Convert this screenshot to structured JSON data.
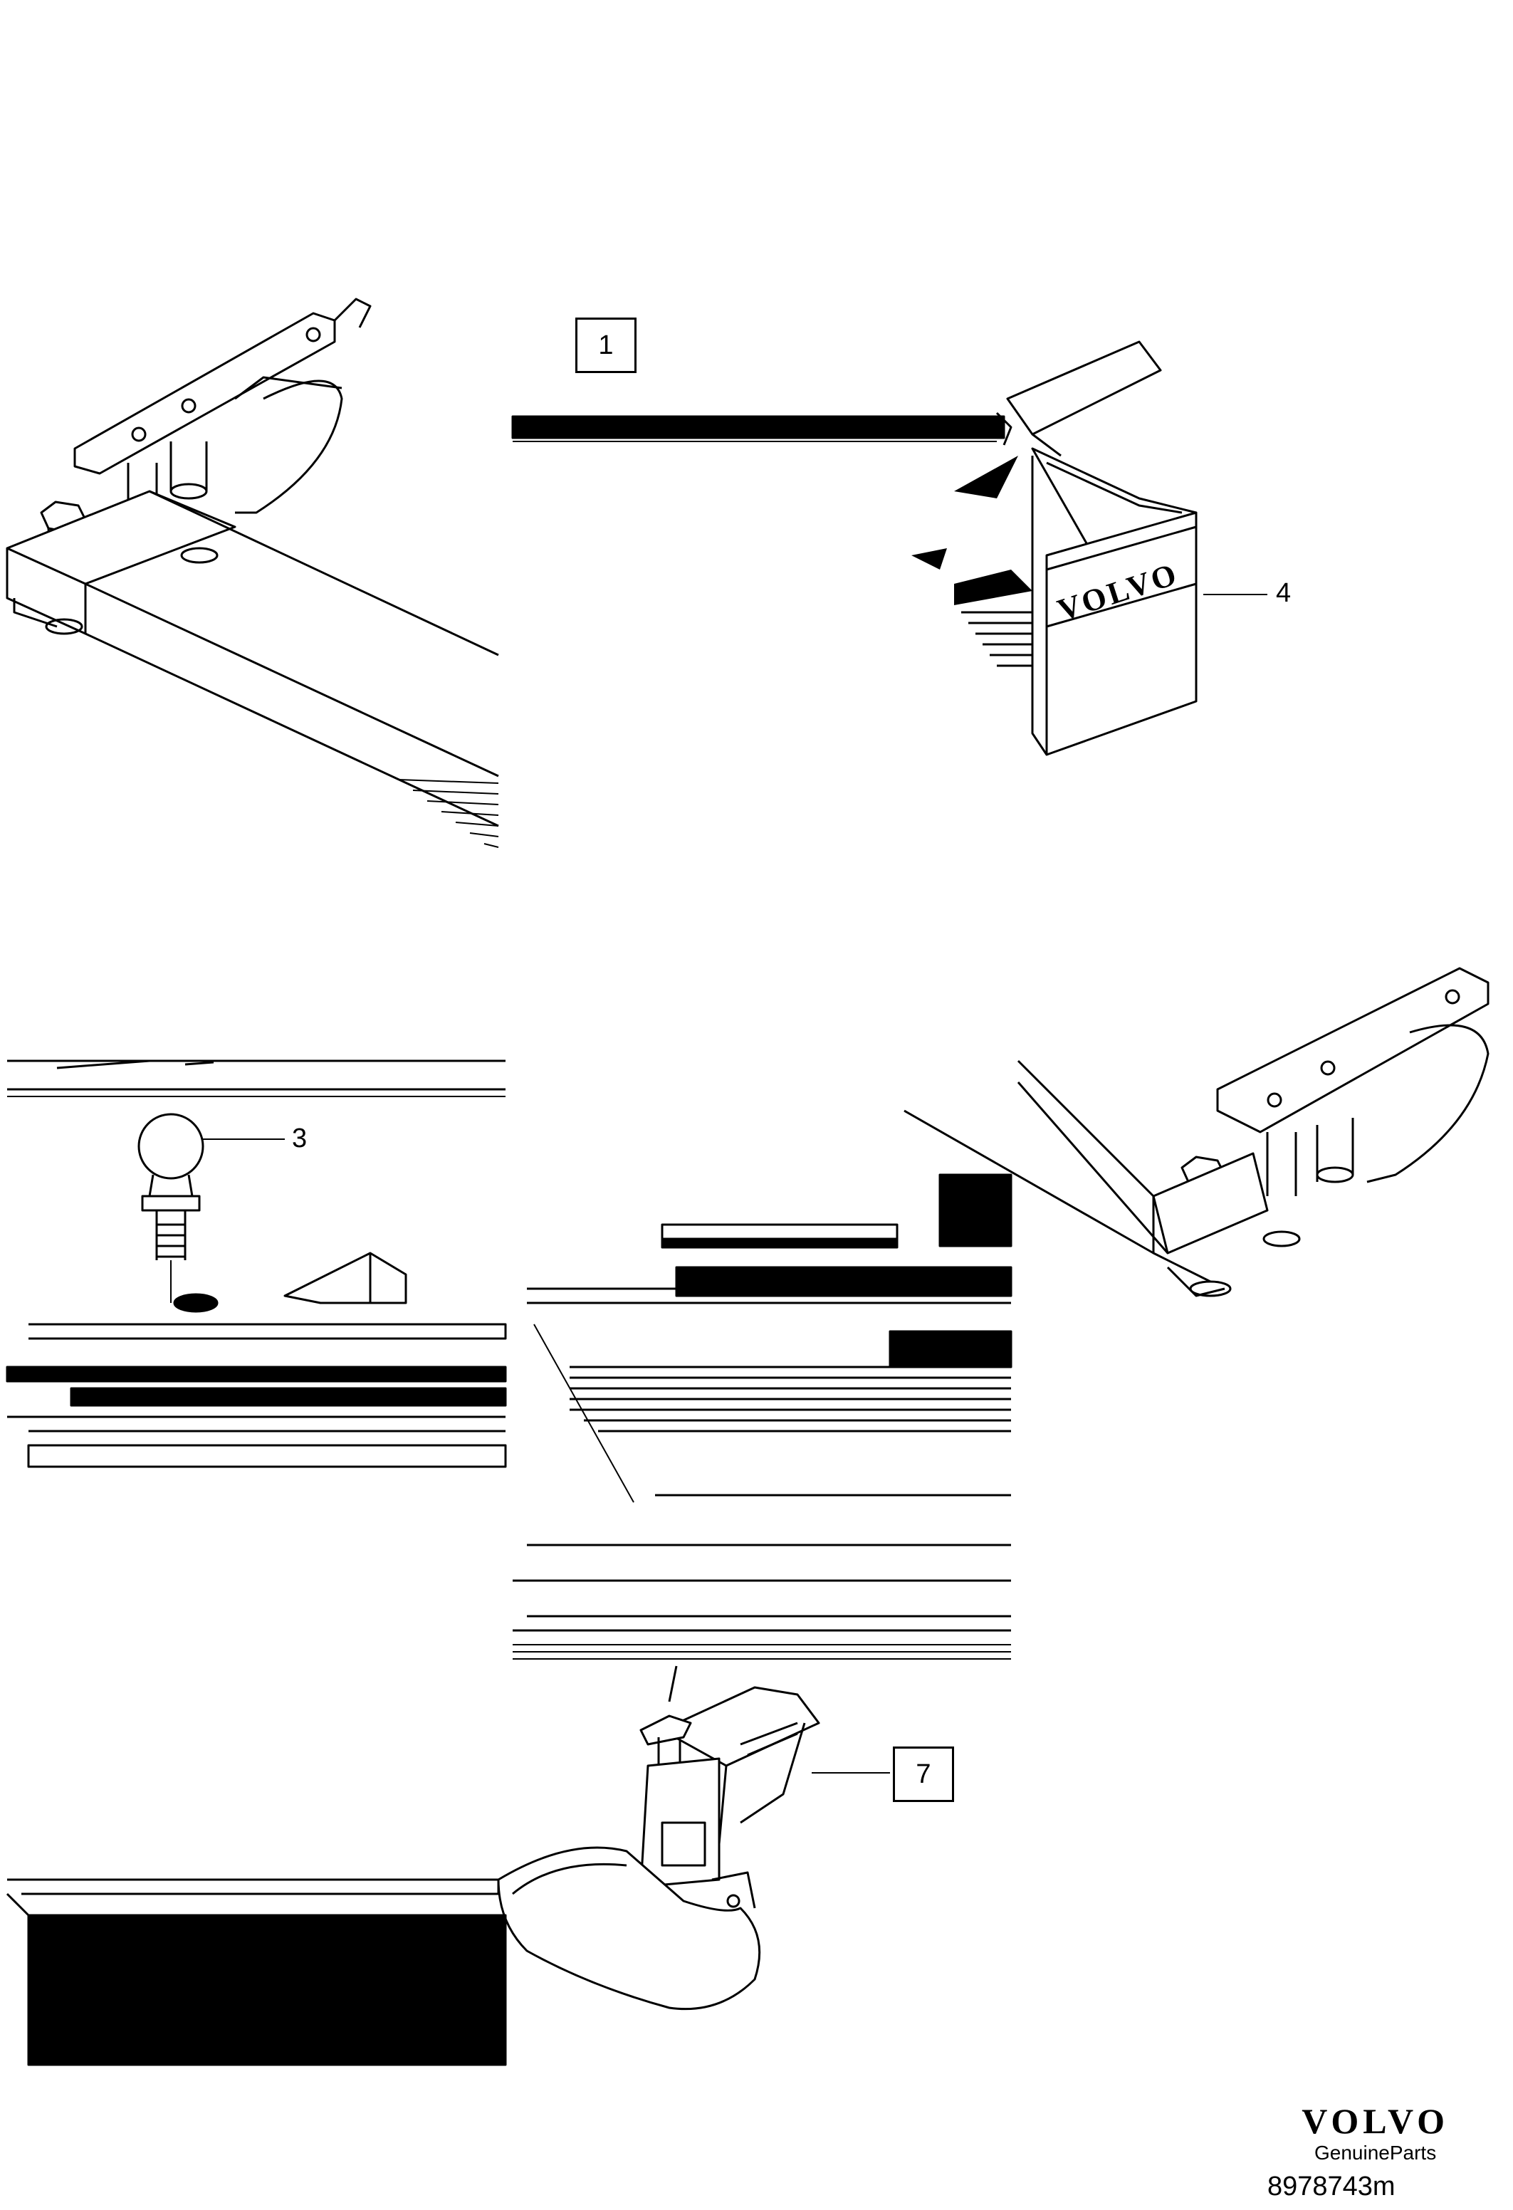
{
  "callouts": {
    "item_1": "1",
    "item_3": "3",
    "item_4": "4",
    "item_7": "7"
  },
  "box_print": "VOLVO",
  "brand": {
    "logo": "VOLVO",
    "sub": "GenuineParts",
    "diagram_id": "8978743m"
  }
}
